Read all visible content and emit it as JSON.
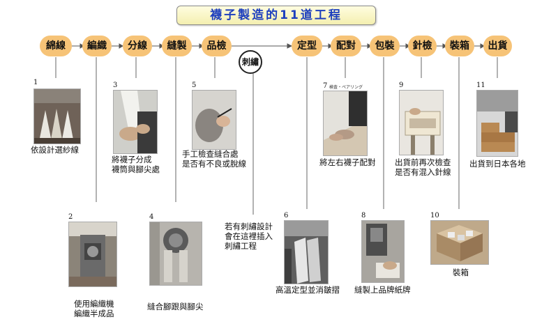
{
  "title": "襪子製造的11道工程",
  "steps": [
    "綿線",
    "編織",
    "分線",
    "縫製",
    "品檢",
    "定型",
    "配對",
    "包裝",
    "針檢",
    "裝箱",
    "出貨"
  ],
  "embroidery": {
    "label": "刺繡",
    "note": [
      "若有刺繡設計",
      "會在這裡插入",
      "刺繡工程"
    ]
  },
  "photos": [
    {
      "num": "1",
      "caption": [
        "依設計選紗線"
      ]
    },
    {
      "num": "2",
      "caption": [
        "使用編織機",
        "編織半成品"
      ]
    },
    {
      "num": "3",
      "caption": [
        "將襪子分成",
        "襪筒與腳尖處"
      ]
    },
    {
      "num": "4",
      "caption": [
        "縫合腳跟與腳尖"
      ]
    },
    {
      "num": "5",
      "caption": [
        "手工檢查縫合處",
        "是否有不良或脫線"
      ]
    },
    {
      "num": "6",
      "caption": [
        "高溫定型並消皺摺"
      ]
    },
    {
      "num": "7",
      "sub": "検査・ペアリング",
      "caption": [
        "將左右襪子配對"
      ]
    },
    {
      "num": "8",
      "caption": [
        "縫製上品牌紙牌"
      ]
    },
    {
      "num": "9",
      "caption": [
        "出貨前再次檢查",
        "是否有混入針線"
      ]
    },
    {
      "num": "10",
      "caption": [
        "裝箱"
      ]
    },
    {
      "num": "11",
      "caption": [
        "出貨到日本各地"
      ]
    }
  ]
}
